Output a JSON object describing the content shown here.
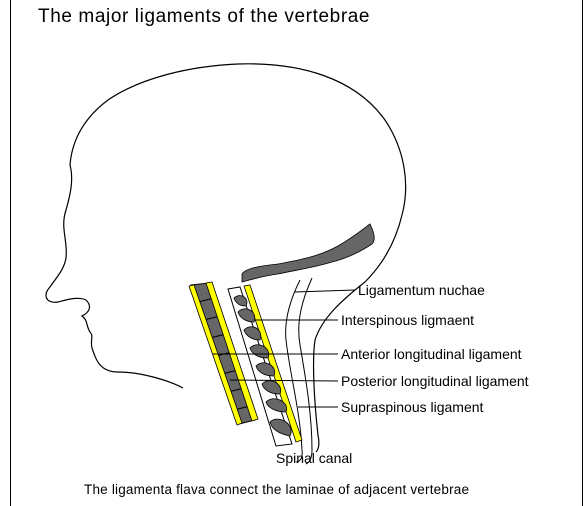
{
  "title": "The major ligaments of the vertebrae",
  "caption": "The ligamenta flava connect the laminae of adjacent vertebrae",
  "labels": {
    "ligamentum_nuchae": "Ligamentum nuchae",
    "interspinous": "Interspinous ligmaent",
    "anterior_longitudinal": "Anterior longitudinal ligament",
    "posterior_longitudinal": "Posterior longitudinal ligament",
    "supraspinous": "Supraspinous ligament",
    "spinal_canal": "Spinal canal"
  },
  "colors": {
    "ligament_yellow": "#ffff00",
    "bone_gray": "#666666",
    "outline": "#000000"
  }
}
